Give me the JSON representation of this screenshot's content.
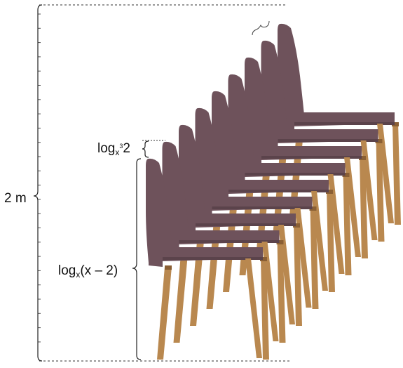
{
  "labels": {
    "total_height": "2 m",
    "step": {
      "base": "log",
      "sub": "x",
      "sup": "3",
      "tail": "2"
    },
    "base": {
      "base": "log",
      "sub": "x",
      "tail": "(x – 2)"
    }
  },
  "diagram": {
    "stacked_chairs": 9
  },
  "colors": {
    "seat": "#6e525b",
    "seat_edge": "#5b434b",
    "leg": "#b9884f",
    "leg_shade": "#8a5f34",
    "line": "#333333"
  }
}
